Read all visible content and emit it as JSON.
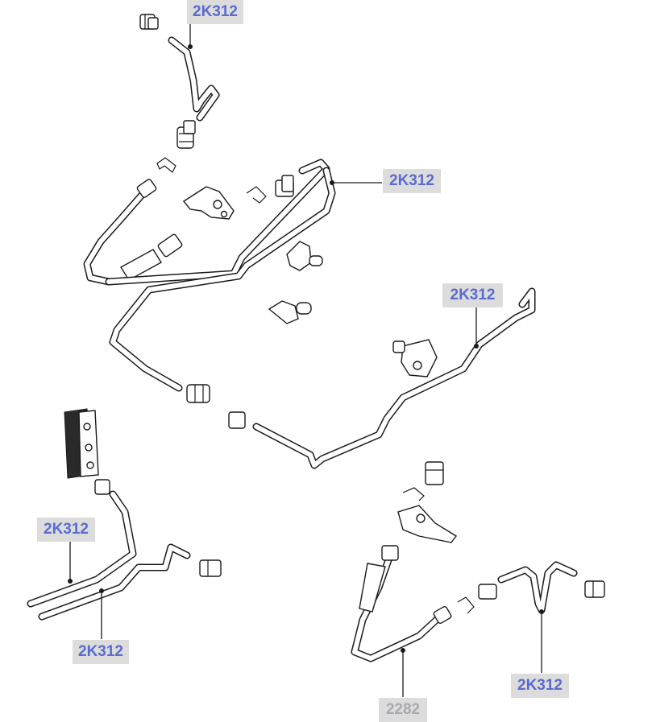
{
  "callouts": [
    {
      "id": "c1",
      "label": "2K312"
    },
    {
      "id": "c2",
      "label": "2K312"
    },
    {
      "id": "c3",
      "label": "2K312"
    },
    {
      "id": "c4",
      "label": "2K312"
    },
    {
      "id": "c5",
      "label": "2K312"
    },
    {
      "id": "c6",
      "label": "2K312"
    },
    {
      "id": "c7",
      "label": "2282"
    }
  ],
  "colors": {
    "label_text": "#5a6bd0",
    "label_bg": "#dcdcdc",
    "label_text_faded": "#a8aab0",
    "line": "#1a1a1a"
  }
}
